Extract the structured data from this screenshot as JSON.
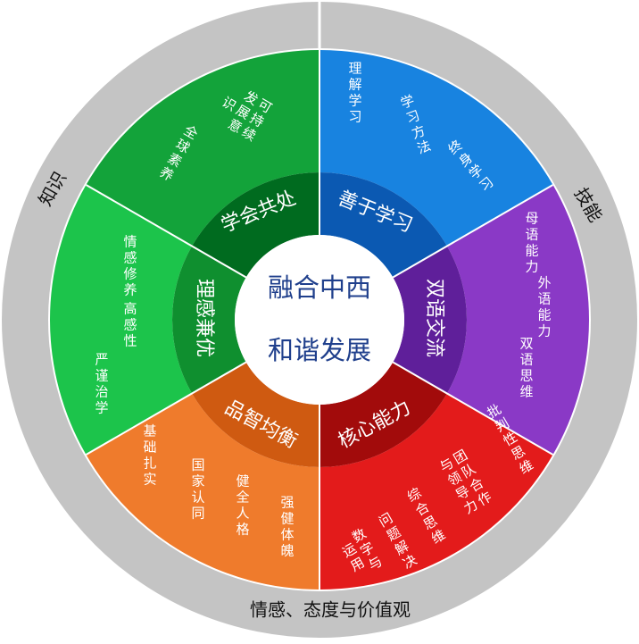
{
  "center": {
    "line1": "融合中西",
    "line2": "和谐发展"
  },
  "outer_labels": {
    "knowledge": "知识",
    "skills": "技能",
    "attitude": "情感、态度与价值观"
  },
  "sectors": [
    {
      "key": "yellow-green",
      "color": "#13a33a",
      "dark": "#006b1f",
      "name": "学会共处",
      "items": [
        "全球素养",
        "可持续发展意识"
      ]
    },
    {
      "key": "blue",
      "color": "#1883e0",
      "dark": "#0b59b2",
      "name": "善于学习",
      "items": [
        "理解学习",
        "学习方法",
        "终身学习"
      ]
    },
    {
      "key": "purple",
      "color": "#8a39c6",
      "dark": "#5f1f9a",
      "name": "双语交流",
      "items": [
        "母语能力",
        "外语能力",
        "双语思维"
      ]
    },
    {
      "key": "red",
      "color": "#e31b1b",
      "dark": "#a20b0b",
      "name": "核心能力",
      "items": [
        "批判性思维",
        "团队合作与领导力",
        "综合思维",
        "问题解决",
        "数字与运用"
      ]
    },
    {
      "key": "orange",
      "color": "#ef7b2c",
      "dark": "#cf5a11",
      "name": "品智均衡",
      "items": [
        "强健体魄",
        "健全人格",
        "国家认同",
        "基础扎实"
      ]
    },
    {
      "key": "green",
      "color": "#1cc44b",
      "dark": "#0f8f2f",
      "name": "理感兼优",
      "items": [
        "情感修养",
        "高感性",
        "严谨治学"
      ]
    }
  ],
  "colors": {
    "outer_ring": "#c4c4c4",
    "center_text": "#1f3f8c"
  }
}
